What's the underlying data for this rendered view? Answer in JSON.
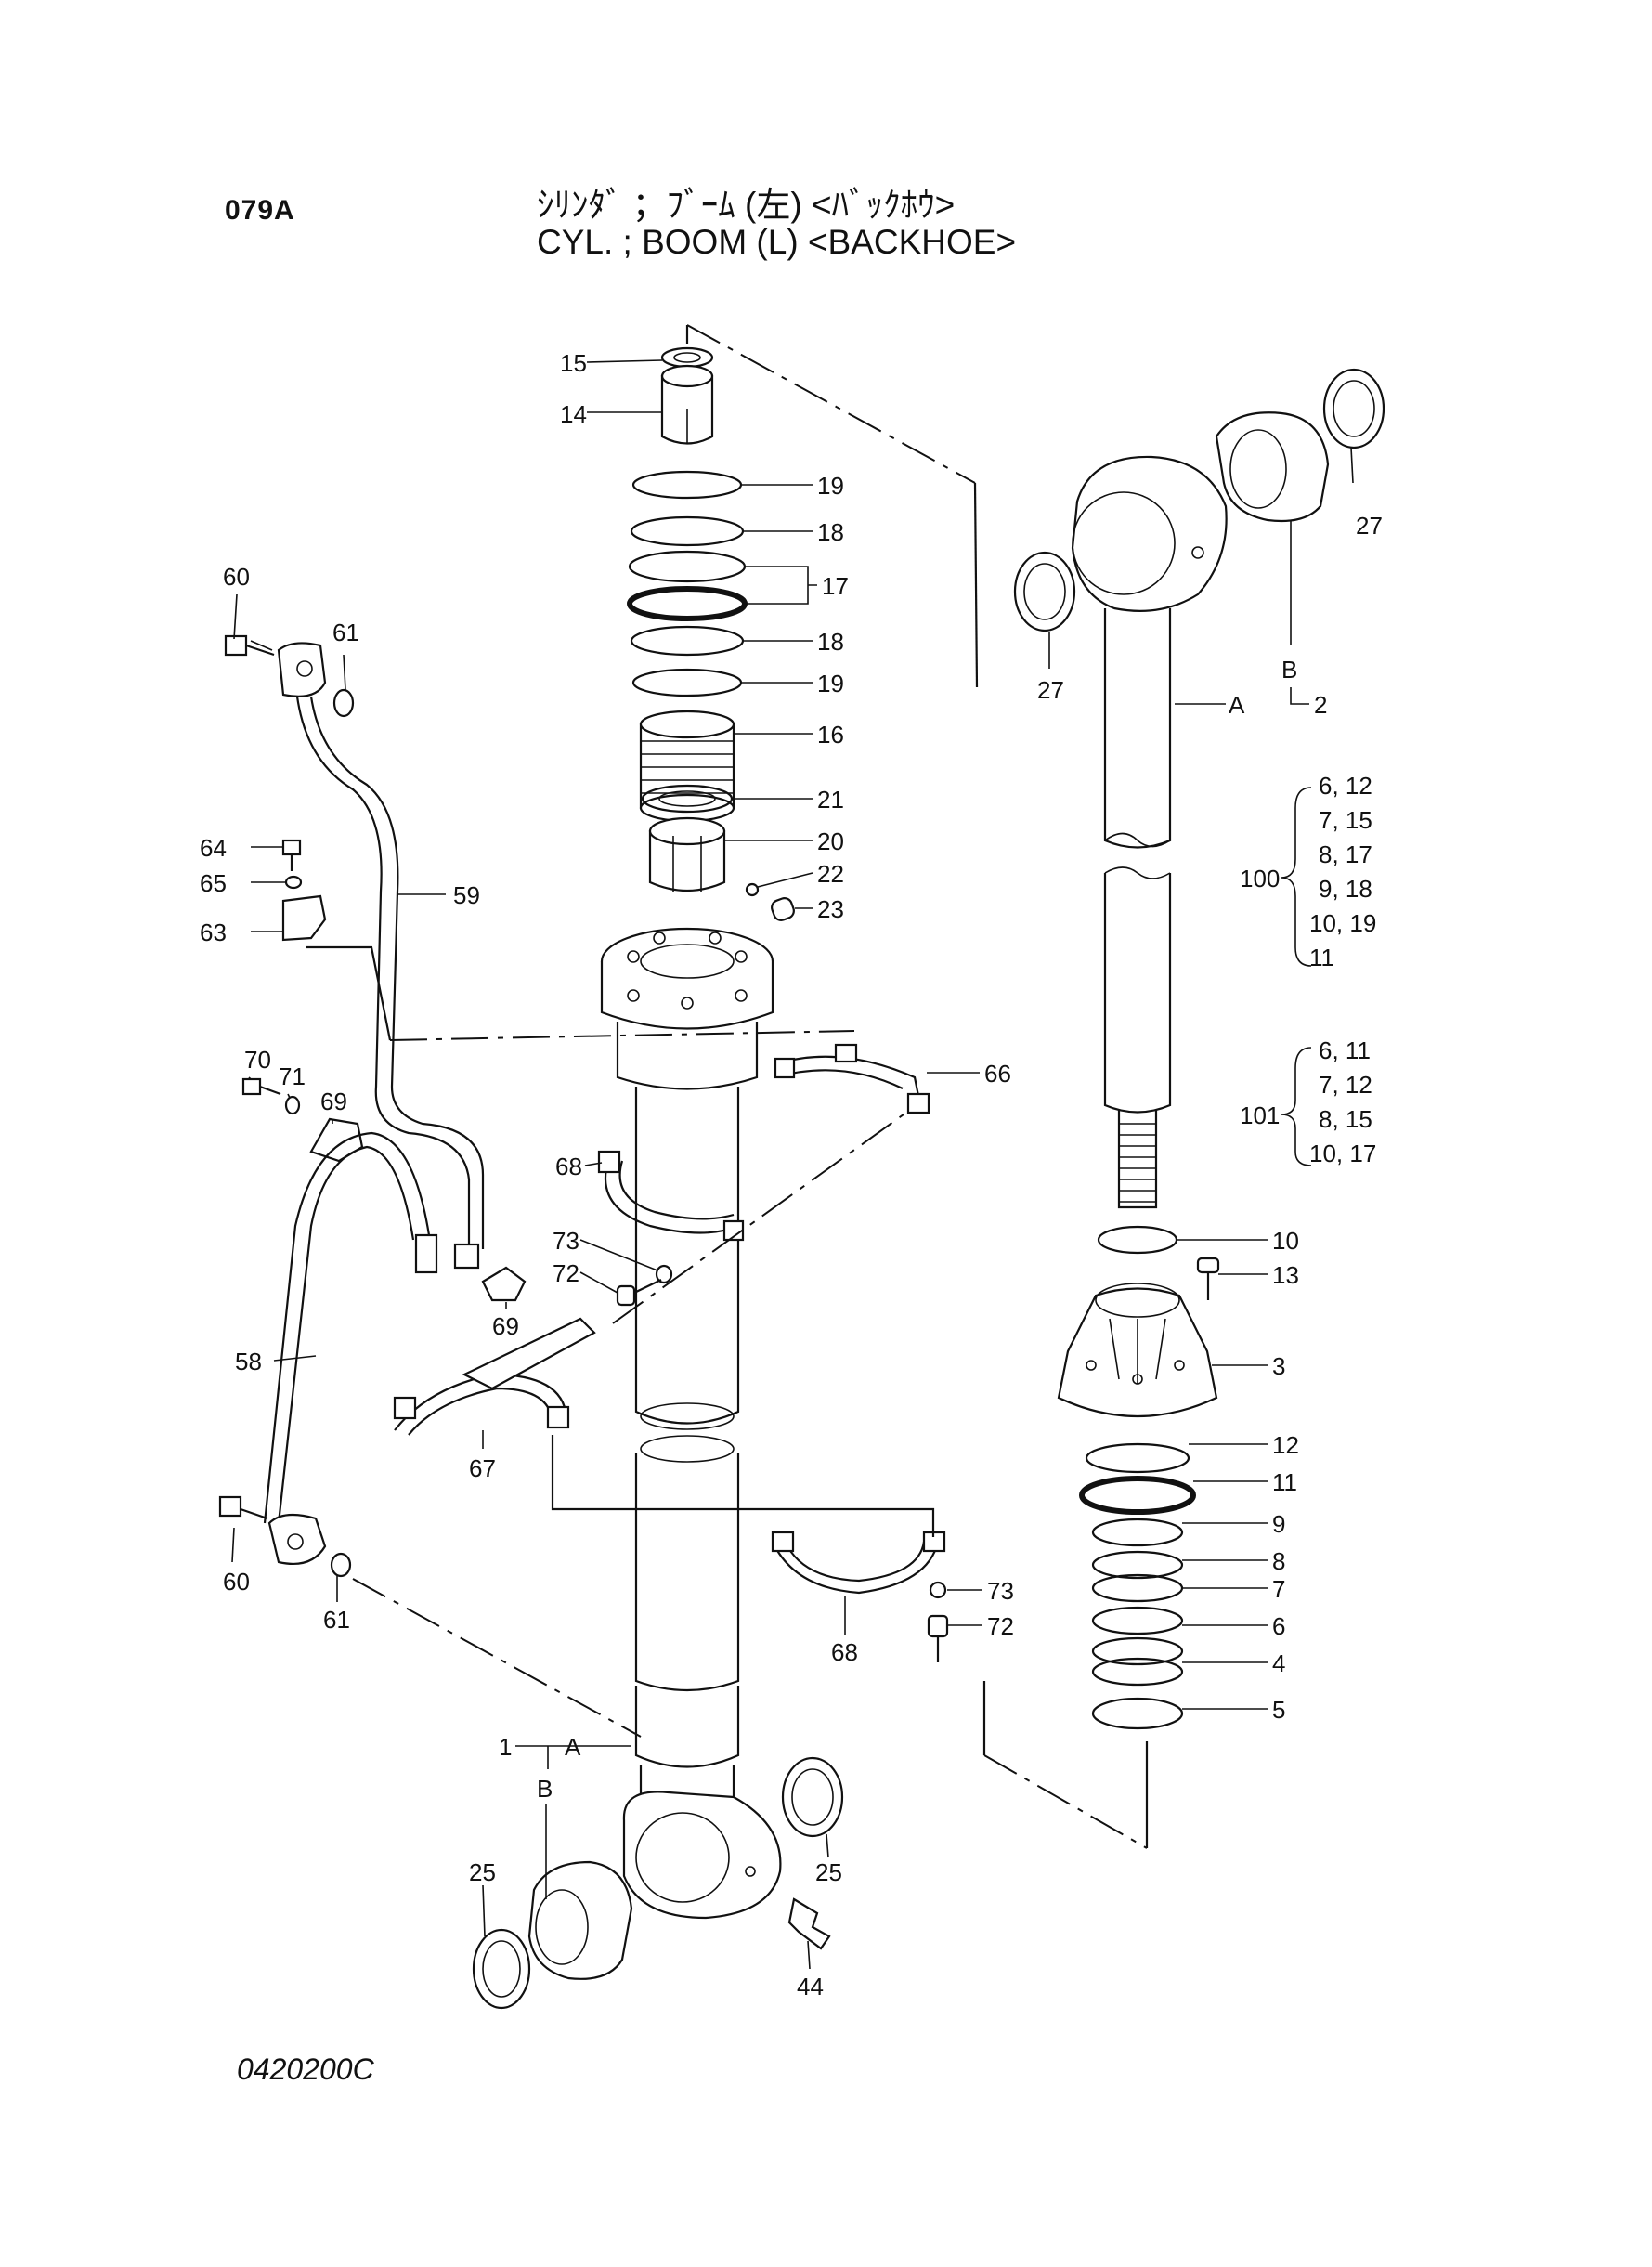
{
  "header": {
    "page_code": "079A",
    "title_jp": "ｼﾘﾝﾀﾞ ；ﾌﾞｰﾑ (左) <ﾊﾞｯｸﾎｳ>",
    "title_en": "CYL. ; BOOM (L) <BACKHOE>"
  },
  "footer": {
    "drawing_no": "0420200C"
  },
  "callouts": {
    "c15": "15",
    "c14": "14",
    "c19a": "19",
    "c18a": "18",
    "c17": "17",
    "c18b": "18",
    "c19b": "19",
    "c16": "16",
    "c21": "21",
    "c20": "20",
    "c22": "22",
    "c23": "23",
    "c60a": "60",
    "c61a": "61",
    "c64": "64",
    "c65": "65",
    "c63": "63",
    "c59": "59",
    "c70": "70",
    "c71": "71",
    "c69a": "69",
    "c66": "66",
    "c68a": "68",
    "c73a": "73",
    "c72a": "72",
    "c69b": "69",
    "c58": "58",
    "c67": "67",
    "c60b": "60",
    "c61b": "61",
    "c68b": "68",
    "c73b": "73",
    "c72b": "72",
    "c1": "1",
    "cA1": "A",
    "cB1": "B",
    "c25a": "25",
    "c25b": "25",
    "c44": "44",
    "c27a": "27",
    "c27b": "27",
    "cB2": "B",
    "cA2": "A",
    "c2": "2",
    "c10": "10",
    "c13": "13",
    "c3": "3",
    "c12": "12",
    "c11": "11",
    "c9": "9",
    "c8": "8",
    "c7": "7",
    "c6": "6",
    "c4": "4",
    "c5": "5"
  },
  "kits": {
    "kit100": {
      "number": "100",
      "items": [
        "6, 12",
        "7, 15",
        "8, 17",
        "9, 18",
        "10, 19",
        "11"
      ]
    },
    "kit101": {
      "number": "101",
      "items": [
        "6, 11",
        "7, 12",
        "8, 15",
        "10, 17"
      ]
    }
  }
}
